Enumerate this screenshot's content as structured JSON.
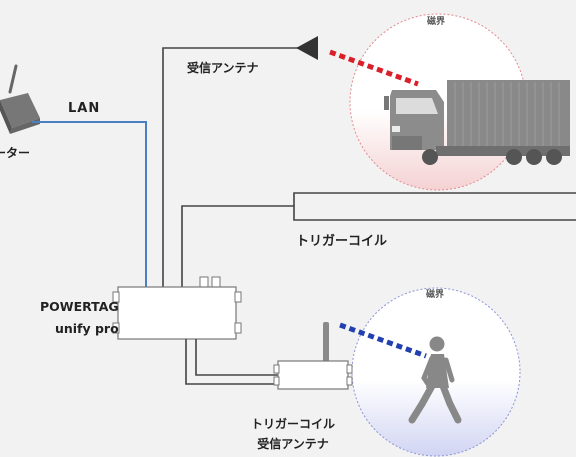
{
  "labels": {
    "lan": "LAN",
    "router": "ーター",
    "receiver_antenna": "受信アンテナ",
    "magnetic_field_top": "磁界",
    "trigger_coil": "トリガーコイル",
    "powertag_line1": "POWERTAG",
    "powertag_line2": "unify pro",
    "magnetic_field_bottom": "磁界",
    "trigger_coil_receiver_line1": "トリガーコイル",
    "trigger_coil_receiver_line2": "受信アンテナ"
  },
  "colors": {
    "background": "#f2f2f2",
    "lan_cable": "#4a7fc1",
    "signal_red": "#d9202a",
    "signal_blue": "#2340b0",
    "field_top_tint": "#f3cccd",
    "field_bottom_tint": "#c9cdf0",
    "wire": "#444444",
    "device_fill": "#ffffff"
  },
  "icons": [
    "router-icon",
    "antenna-icon",
    "truck-icon",
    "walking-person-icon",
    "powertag-device-icon",
    "trigger-receiver-icon"
  ]
}
